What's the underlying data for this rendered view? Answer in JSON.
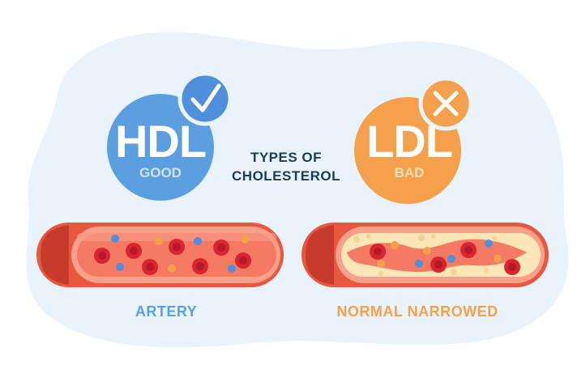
{
  "center_title": {
    "line1": "TYPES OF",
    "line2": "CHOLESTEROL"
  },
  "hdl": {
    "title": "HDL",
    "subtitle": "GOOD",
    "color": "#5b9fe0",
    "badge_icon": "checkmark-icon"
  },
  "ldl": {
    "title": "LDL",
    "subtitle": "BAD",
    "color": "#f5a04a",
    "badge_icon": "cross-icon"
  },
  "artery_labels": {
    "left": "ARTERY",
    "right": "NORMAL NARROWED"
  },
  "colors": {
    "background_blob": "#e9f3fc",
    "vessel_wall": "#e8573f",
    "vessel_inner": "#f47a63",
    "red_cell": "#d9252f",
    "blue_particle": "#4f8fdc",
    "orange_particle": "#f5a04a",
    "plaque": "#fbe6b6"
  }
}
